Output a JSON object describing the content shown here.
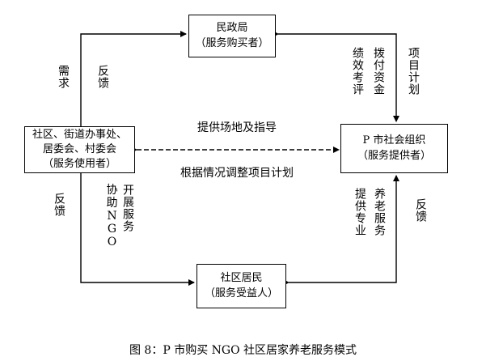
{
  "nodes": {
    "mca": {
      "line1": "民政局",
      "line2": "（服务购买者）"
    },
    "community": {
      "line1": "社区、街道办事处、",
      "line2": "居委会、村委会",
      "line3": "（服务使用者）"
    },
    "org": {
      "line1": "P 市社会组织",
      "line2": "（服务提供者）"
    },
    "residents": {
      "line1": "社区居民",
      "line2": "（服务受益人）"
    }
  },
  "edges": {
    "demand": "需求",
    "feedback_top_left": "反馈",
    "performance": "绩效考评",
    "funding": "拨付资金",
    "project_plan": "项目计划",
    "venue": "提供场地及指导",
    "adjust": "根据情况调整项目计划",
    "feedback_bottom_left": "反馈",
    "assist_ngo": "协助NGO",
    "launch_service": "开展服务",
    "professional": "提供专业",
    "elderly_service": "养老服务",
    "feedback_bottom_right": "反馈"
  },
  "caption": "图 8：P 市购买 NGO 社区居家养老服务模式"
}
